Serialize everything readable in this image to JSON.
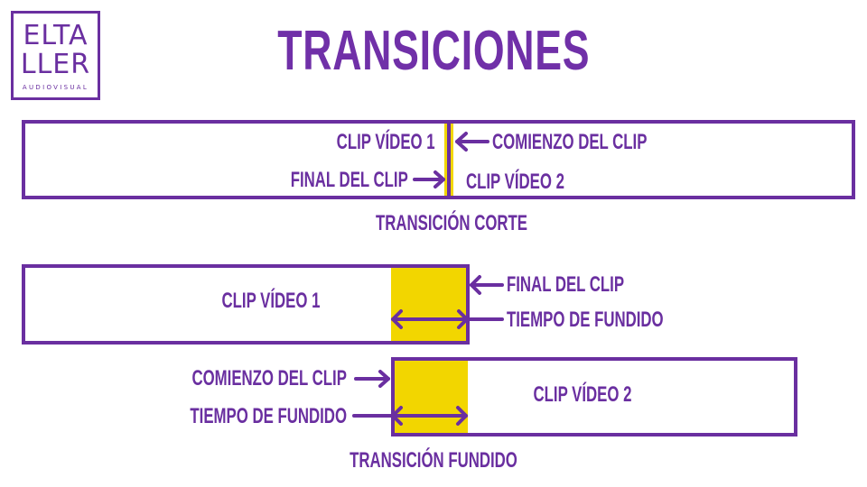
{
  "logo": {
    "line1": "ELTA",
    "line2": "LLER",
    "line3": "AUDIOVISUAL"
  },
  "title": "TRANSICIONES",
  "colors": {
    "purple": "#6a2fa0",
    "yellow": "#f2d600",
    "background": "#ffffff"
  },
  "cut_transition": {
    "clip1_label": "CLIP VÍDEO 1",
    "clip2_label": "CLIP VÍDEO 2",
    "start_label": "COMIENZO DEL CLIP",
    "end_label": "FINAL DEL CLIP",
    "caption": "TRANSICIÓN CORTE"
  },
  "fade_transition": {
    "clip1": {
      "label": "CLIP VÍDEO 1",
      "end_label": "FINAL DEL CLIP",
      "fade_time_label": "TIEMPO DE FUNDIDO"
    },
    "clip2": {
      "label": "CLIP VÍDEO 2",
      "start_label": "COMIENZO DEL CLIP",
      "fade_time_label": "TIEMPO DE FUNDIDO"
    },
    "caption": "TRANSICIÓN FUNDIDO"
  }
}
